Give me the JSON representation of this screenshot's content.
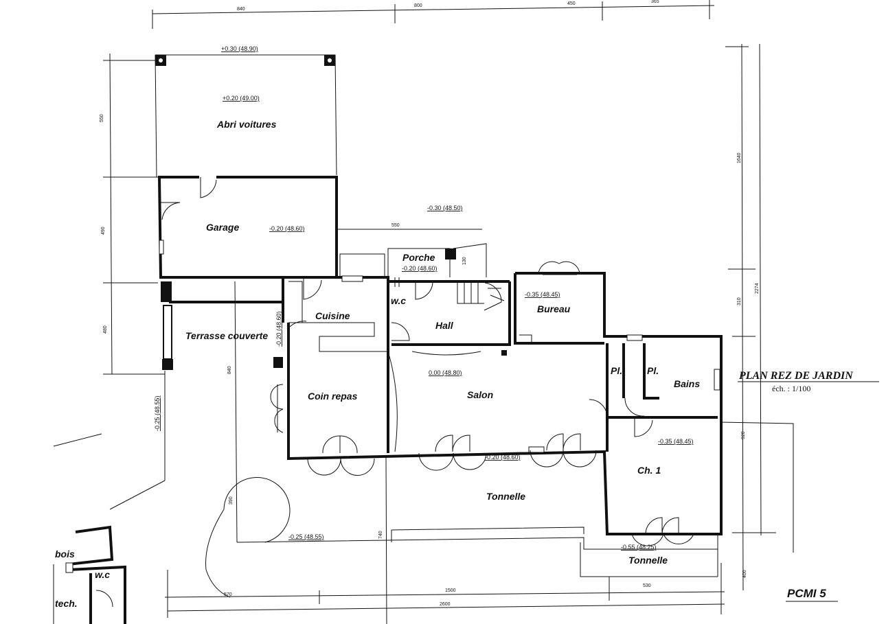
{
  "top_dimensions": [
    "840",
    "800",
    "450",
    "365"
  ],
  "right_dimensions": [
    "1640",
    "310",
    "2274",
    "920",
    "400"
  ],
  "left_dimensions": [
    "550",
    "490",
    "480",
    "840",
    "390",
    "740"
  ],
  "bottom_dimensions": [
    "570",
    "1500",
    "530",
    "2600"
  ],
  "small_dimensions": [
    "550",
    "130"
  ],
  "rooms": {
    "abri": "Abri voitures",
    "garage": "Garage",
    "porche": "Porche",
    "wc": "w.c",
    "cuisine": "Cuisine",
    "hall": "Hall",
    "bureau": "Bureau",
    "terrasse": "Terrasse couverte",
    "coin_repas": "Coin repas",
    "salon": "Salon",
    "pl1": "Pl.",
    "pl2": "Pl.",
    "bains": "Bains",
    "ch1": "Ch. 1",
    "tonnelle1": "Tonnelle",
    "tonnelle2": "Tonnelle",
    "bois": "bois",
    "wc2": "w.c",
    "tech": "tech."
  },
  "levels": {
    "abri_top": "+0.30  (48.90)",
    "abri": "+0.20  (49.00)",
    "garage": "-0.20  (48.60)",
    "ext_top": "-0.30  (48.50)",
    "porche": "-0.20  (48.60)",
    "bureau": "-0.35  (48.45)",
    "cuisine": "-0.20  (48.60)",
    "salon": "0.00  (48.80)",
    "ch1": "-0.35  (48.45)",
    "terrasse_side": "-0.25  (48.55)",
    "salon_front": "-0.20  (48.60)",
    "tonnelle": "-0.25  (48.55)",
    "tonnelle2": "-0.55  (48.25)"
  },
  "title": "PLAN REZ DE JARDIN",
  "scale": "éch. : 1/100",
  "reference": "PCMI 5"
}
